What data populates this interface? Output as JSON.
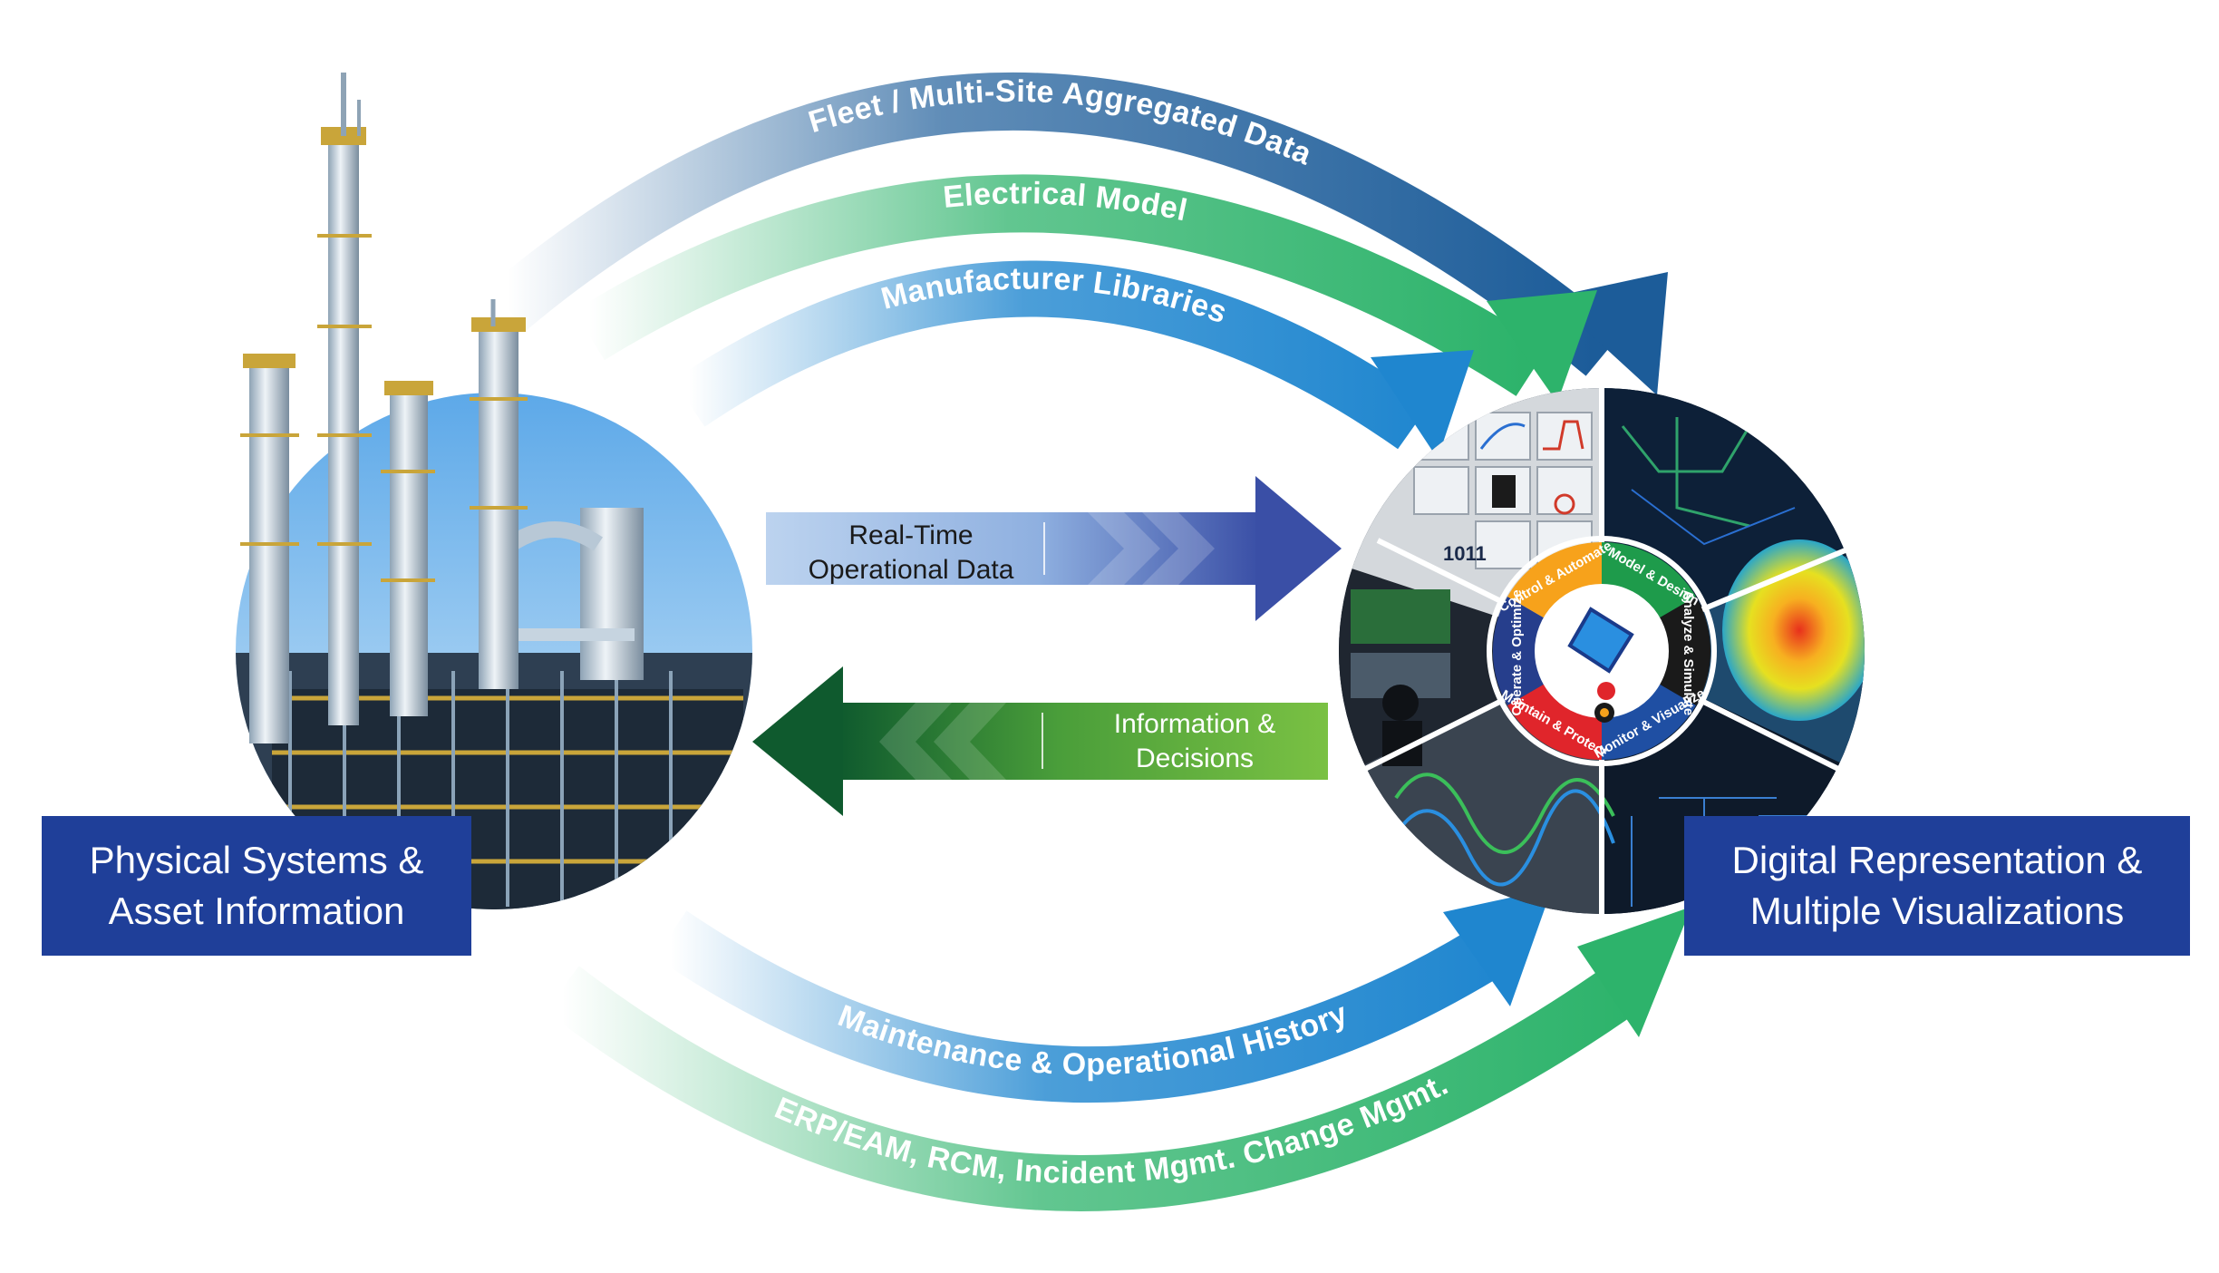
{
  "flows": {
    "fleet": "Fleet / Multi-Site Aggregated Data",
    "electrical": "Electrical Model",
    "manufacturer": "Manufacturer Libraries",
    "maintenance": "Maintenance & Operational History",
    "erp": "ERP/EAM, RCM, Incident Mgmt. Change Mgmt."
  },
  "realtime": {
    "line1": "Real-Time",
    "line2": "Operational Data"
  },
  "information": {
    "line1": "Information &",
    "line2": "Decisions"
  },
  "physical": {
    "line1": "Physical Systems &",
    "line2": "Asset Information"
  },
  "digital": {
    "line1": "Digital Representation &",
    "line2": "Multiple Visualizations"
  },
  "wheel": {
    "control": "Control & Automate",
    "model": "Model & Design",
    "analyze": "Analyze & Simulate",
    "monitor": "Monitor & Visualize",
    "maintain": "Maintain & Protect",
    "operate": "Operate & Optimize"
  },
  "screen_snippet": "1011",
  "colors": {
    "navy": "#1f3f99",
    "dark_blue": "#1c5c99",
    "green": "#2db36b",
    "blue": "#1f86cf",
    "light_green": "#7ac143",
    "wheel_orange": "#f7a21b",
    "wheel_green": "#1e9b4b",
    "wheel_black": "#1a1a1a",
    "wheel_blue": "#1f4fa3",
    "wheel_red": "#e0252b",
    "wheel_navy": "#263e8c"
  }
}
